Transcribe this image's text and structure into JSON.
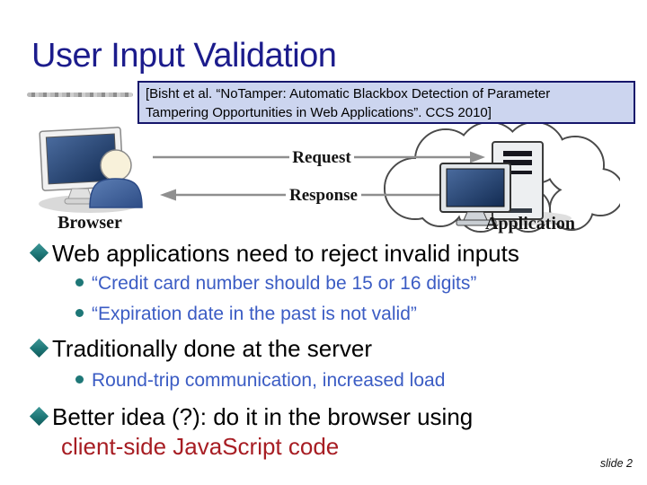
{
  "slide": {
    "title": "User Input Validation",
    "page_label": "slide 2"
  },
  "citation": {
    "line1": "[Bisht et al. “NoTamper: Automatic Blackbox Detection of Parameter",
    "line2": "Tampering Opportunities in Web Applications”. CCS 2010]"
  },
  "diagram": {
    "browser_label": "Browser",
    "application_label": "Application",
    "request_label": "Request",
    "response_label": "Response"
  },
  "bullets": {
    "b1": "Web applications need to reject invalid inputs",
    "b1_sub1": "“Credit card number should be 15 or 16 digits”",
    "b1_sub2": "“Expiration date in the past is not valid”",
    "b2": "Traditionally done at the server",
    "b2_sub1": "Round-trip communication, increased load",
    "b3_black": "Better idea (?): do it in the browser using",
    "b3_red": "client-side JavaScript code"
  },
  "colors": {
    "title_navy": "#1c1c8c",
    "citation_bg": "#ccd5ef",
    "citation_border": "#16166b",
    "bullet_teal": "#1e7777",
    "sub_text_blue": "#3b5cc4",
    "highlight_red": "#a71d23",
    "arrow_gray": "#8f8f8f",
    "screen_navy": "#16294f"
  }
}
